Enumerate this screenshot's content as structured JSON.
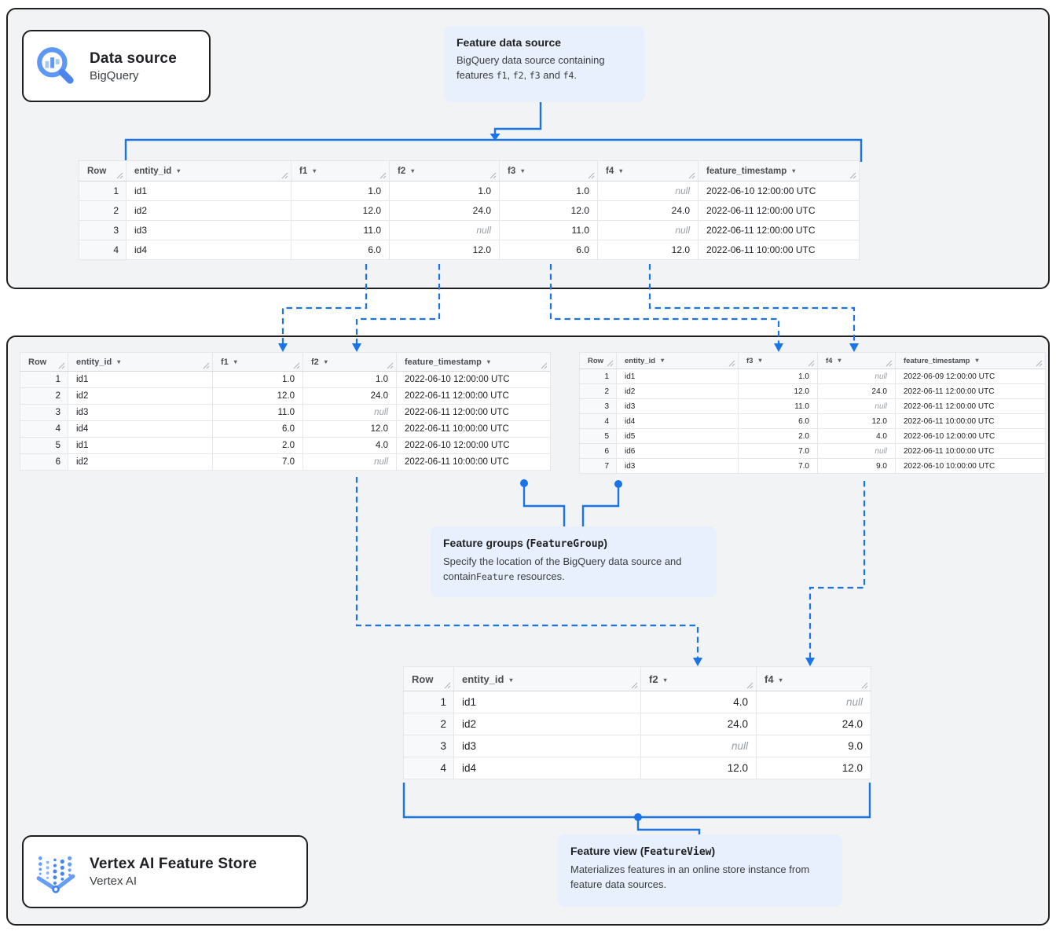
{
  "colors": {
    "accent_blue": "#1A73E8",
    "callout_bg": "#E8F0FE",
    "panel_bg": "#F1F3F4",
    "null_text": "#9AA0A6"
  },
  "icons": {
    "bigquery": "magnifier-with-bar-chart",
    "vertex_ai": "dotted-funnel-with-chevron"
  },
  "badges": {
    "data_source": {
      "title": "Data source",
      "subtitle": "BigQuery"
    },
    "feature_store": {
      "title": "Vertex AI Feature Store",
      "subtitle": "Vertex AI"
    }
  },
  "callouts": {
    "feature_data_source": {
      "title_segments": [
        {
          "t": "Feature data source",
          "mono": false
        }
      ],
      "body_segments": [
        {
          "t": "BigQuery data source containing features ",
          "mono": false
        },
        {
          "t": "f1",
          "mono": true
        },
        {
          "t": ", ",
          "mono": false
        },
        {
          "t": "f2",
          "mono": true
        },
        {
          "t": ", ",
          "mono": false
        },
        {
          "t": "f3",
          "mono": true
        },
        {
          "t": " and ",
          "mono": false
        },
        {
          "t": "f4",
          "mono": true
        },
        {
          "t": ".",
          "mono": false
        }
      ]
    },
    "feature_groups": {
      "title_segments": [
        {
          "t": "Feature groups (",
          "mono": false
        },
        {
          "t": "FeatureGroup",
          "mono": true
        },
        {
          "t": ")",
          "mono": false
        }
      ],
      "body_segments": [
        {
          "t": "Specify the location of the BigQuery data source and contain",
          "mono": false
        },
        {
          "t": "Feature",
          "mono": true
        },
        {
          "t": " resources.",
          "mono": false
        }
      ]
    },
    "feature_view": {
      "title_segments": [
        {
          "t": "Feature view (",
          "mono": false
        },
        {
          "t": "FeatureView",
          "mono": true
        },
        {
          "t": ")",
          "mono": false
        }
      ],
      "body_segments": [
        {
          "t": "Materializes features in an online store instance from feature data sources.",
          "mono": false
        }
      ]
    }
  },
  "tables": {
    "source": {
      "columns": [
        "Row",
        "entity_id",
        "f1",
        "f2",
        "f3",
        "f4",
        "feature_timestamp"
      ],
      "rows": [
        [
          "1",
          "id1",
          "1.0",
          "1.0",
          "1.0",
          "null",
          "2022-06-10 12:00:00 UTC"
        ],
        [
          "2",
          "id2",
          "12.0",
          "24.0",
          "12.0",
          "24.0",
          "2022-06-11 12:00:00 UTC"
        ],
        [
          "3",
          "id3",
          "11.0",
          "null",
          "11.0",
          "null",
          "2022-06-11 12:00:00 UTC"
        ],
        [
          "4",
          "id4",
          "6.0",
          "12.0",
          "6.0",
          "12.0",
          "2022-06-11 10:00:00 UTC"
        ]
      ]
    },
    "group1": {
      "columns": [
        "Row",
        "entity_id",
        "f1",
        "f2",
        "feature_timestamp"
      ],
      "rows": [
        [
          "1",
          "id1",
          "1.0",
          "1.0",
          "2022-06-10 12:00:00 UTC"
        ],
        [
          "2",
          "id2",
          "12.0",
          "24.0",
          "2022-06-11 12:00:00 UTC"
        ],
        [
          "3",
          "id3",
          "11.0",
          "null",
          "2022-06-11 12:00:00 UTC"
        ],
        [
          "4",
          "id4",
          "6.0",
          "12.0",
          "2022-06-11 10:00:00 UTC"
        ],
        [
          "5",
          "id1",
          "2.0",
          "4.0",
          "2022-06-10 12:00:00 UTC"
        ],
        [
          "6",
          "id2",
          "7.0",
          "null",
          "2022-06-11 10:00:00 UTC"
        ]
      ]
    },
    "group2": {
      "columns": [
        "Row",
        "entity_id",
        "f3",
        "f4",
        "feature_timestamp"
      ],
      "rows": [
        [
          "1",
          "id1",
          "1.0",
          "null",
          "2022-06-09 12:00:00 UTC"
        ],
        [
          "2",
          "id2",
          "12.0",
          "24.0",
          "2022-06-11 12:00:00 UTC"
        ],
        [
          "3",
          "id3",
          "11.0",
          "null",
          "2022-06-11 12:00:00 UTC"
        ],
        [
          "4",
          "id4",
          "6.0",
          "12.0",
          "2022-06-11 10:00:00 UTC"
        ],
        [
          "5",
          "id5",
          "2.0",
          "4.0",
          "2022-06-10 12:00:00 UTC"
        ],
        [
          "6",
          "id6",
          "7.0",
          "null",
          "2022-06-11 10:00:00 UTC"
        ],
        [
          "7",
          "id3",
          "7.0",
          "9.0",
          "2022-06-10 10:00:00 UTC"
        ]
      ]
    },
    "view": {
      "columns": [
        "Row",
        "entity_id",
        "f2",
        "f4"
      ],
      "rows": [
        [
          "1",
          "id1",
          "4.0",
          "null"
        ],
        [
          "2",
          "id2",
          "24.0",
          "24.0"
        ],
        [
          "3",
          "id3",
          "null",
          "9.0"
        ],
        [
          "4",
          "id4",
          "12.0",
          "12.0"
        ]
      ]
    }
  }
}
